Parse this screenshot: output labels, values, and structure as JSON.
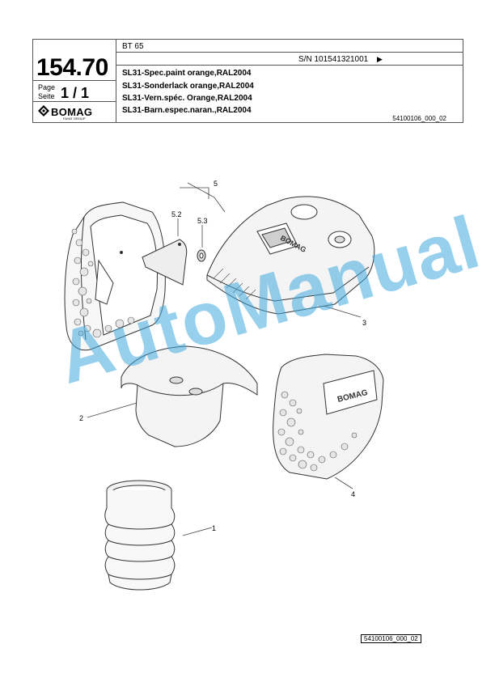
{
  "header": {
    "page_number": "154.70",
    "model": "BT 65",
    "serial": "S/N 101541321001",
    "serial_arrow": "▶",
    "page_label": "Page",
    "seite_label": "Seite",
    "page_value": "1 / 1",
    "brand": "BOMAG",
    "brand_sub": "FAYAT GROUP",
    "descriptions": [
      "SL31-Spec.paint orange,RAL2004",
      "SL31-Sonderlack orange,RAL2004",
      "SL31-Vern.spéc. Orange,RAL2004",
      "SL31-Barn.espec.naran.,RAL2004"
    ],
    "doc_ref": "54100106_000_02"
  },
  "callouts": [
    "5",
    "5.2",
    "5.3",
    "3",
    "2",
    "4",
    "1"
  ],
  "watermark": "AutoManual",
  "footer_ref": "54100106_000_02",
  "colors": {
    "watermark": "#40aade",
    "line": "#555555"
  }
}
